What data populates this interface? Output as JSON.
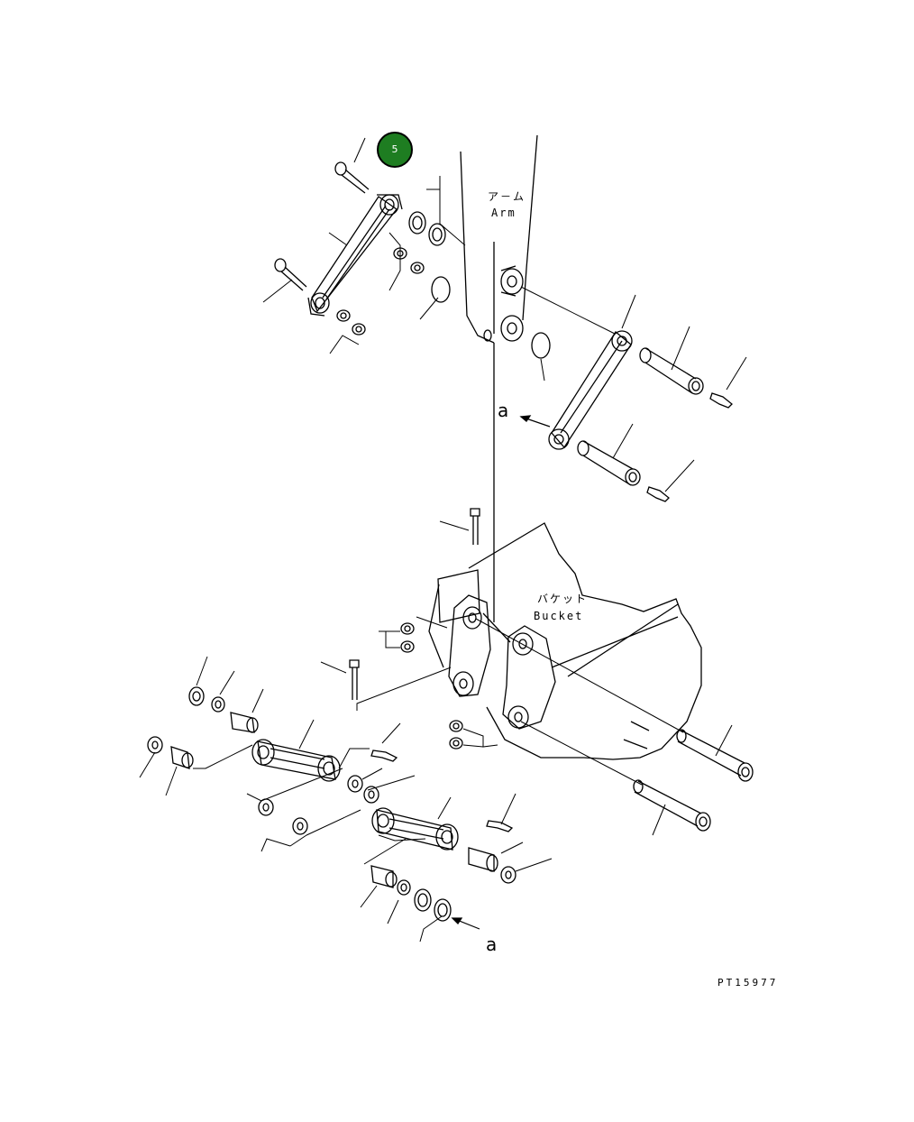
{
  "callout": {
    "number": "5",
    "color": "#1e7d21"
  },
  "labels": {
    "arm_jp": "ア－ム",
    "arm_en": "Arm",
    "bucket_jp": "バケット",
    "bucket_en": "Bucket",
    "view_arrow_top": "a",
    "view_arrow_bottom": "a"
  },
  "drawing_code": "PT15977"
}
